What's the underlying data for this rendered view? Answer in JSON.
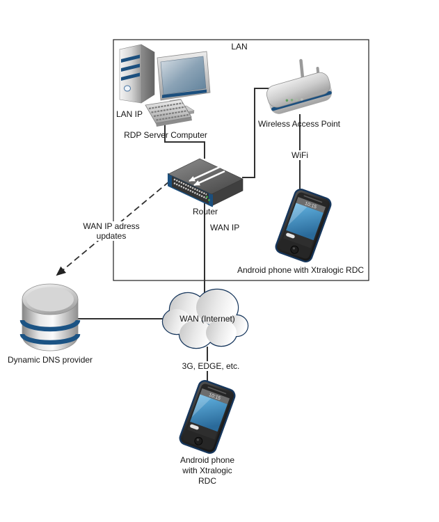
{
  "diagram": {
    "lan_group_label": "LAN",
    "nodes": {
      "rdp_server_computer": {
        "label": "RDP Server Computer",
        "ip_label": "LAN IP"
      },
      "wireless_access_point": {
        "label": "Wireless Access Point"
      },
      "router": {
        "label": "Router"
      },
      "phone_lan": {
        "label": "Android phone with Xtralogic RDC",
        "screen_time": "10:15"
      },
      "dns_provider": {
        "label": "Dynamic DNS provider"
      },
      "wan_cloud": {
        "label": "WAN (Internet)"
      },
      "phone_wan": {
        "label_lines": [
          "Android phone",
          "with Xtralogic",
          "RDC"
        ],
        "screen_time": "10:15"
      }
    },
    "links": {
      "wifi": {
        "label": "WiFi"
      },
      "wan_ip": {
        "label": "WAN IP"
      },
      "mobile": {
        "label": "3G, EDGE, etc."
      },
      "dns_update": {
        "label_lines": [
          "WAN IP adress",
          "updates"
        ]
      }
    },
    "colors": {
      "connector_line": "#303030",
      "accent_blue": "#1b4f7e",
      "cloud_outline": "#16365c",
      "phone_screen_blue": "#3e8fc4",
      "led_green": "#44a04a"
    }
  }
}
